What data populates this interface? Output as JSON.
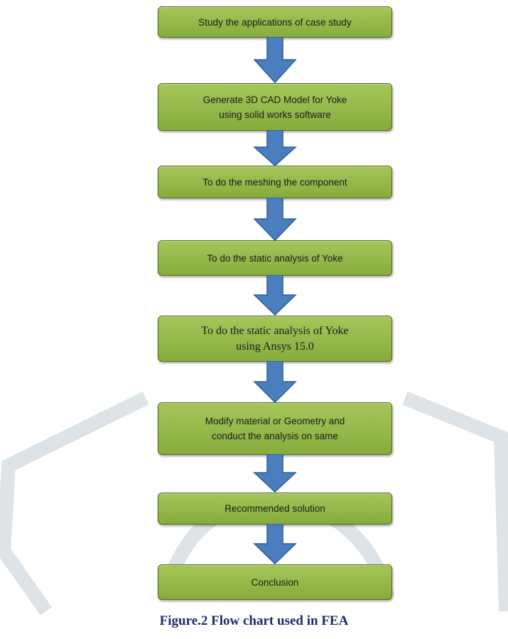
{
  "flowchart": {
    "steps": [
      {
        "label": "Study the applications of case study"
      },
      {
        "label": "Generate 3D CAD Model for Yoke\nusing solid works software"
      },
      {
        "label": "To do the meshing the component"
      },
      {
        "label": "To do the static analysis of Yoke"
      },
      {
        "label": "To do the static analysis of Yoke\nusing Ansys 15.0"
      },
      {
        "label": "Modify material or Geometry and\nconduct the analysis on same"
      },
      {
        "label": "Recommended solution"
      },
      {
        "label": "Conclusion"
      }
    ],
    "box_color": "#95b84a",
    "arrow_color": "#4a7ebf"
  },
  "caption": "Figure.2 Flow chart used in FEA"
}
